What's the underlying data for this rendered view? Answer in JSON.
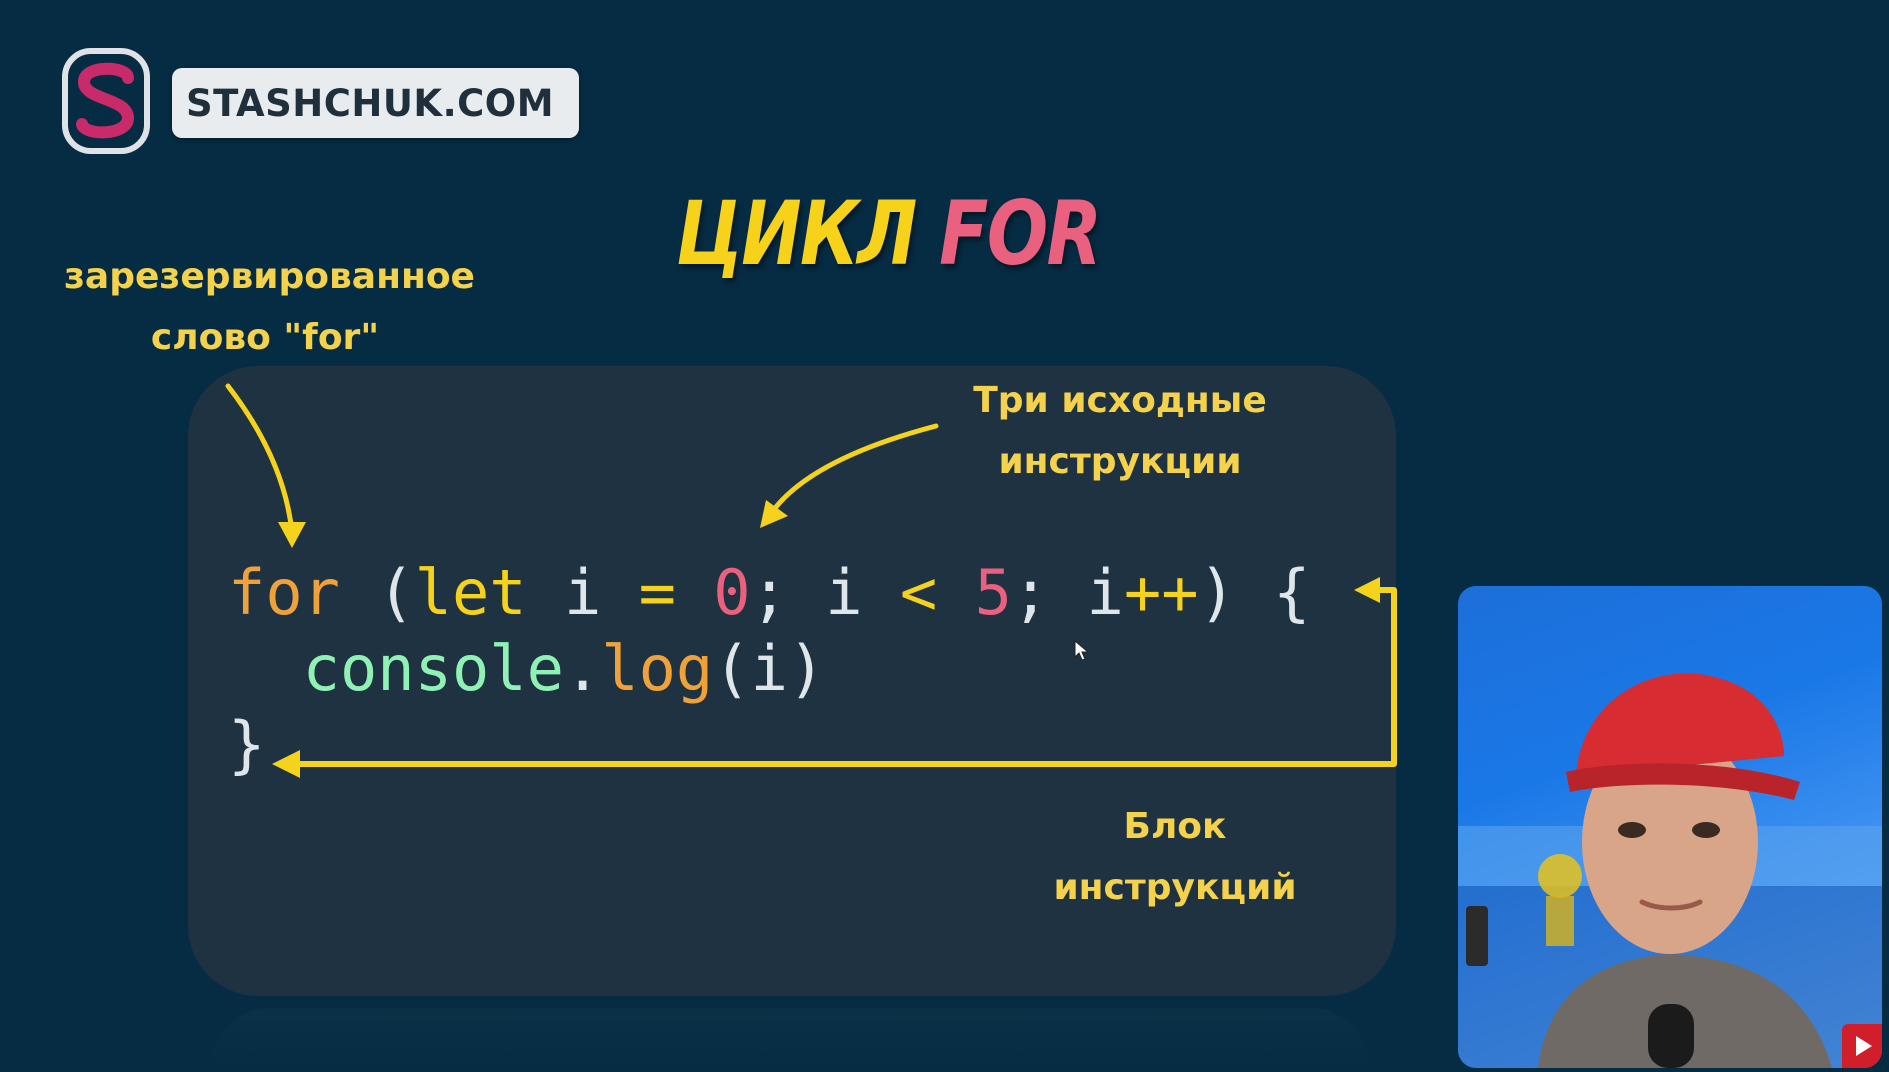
{
  "logo": {
    "text": "STASHCHUK.COM",
    "mark_icon": "s-monogram-icon",
    "mark_colors": [
      "#c92a6a",
      "#dfe3e7"
    ]
  },
  "title": {
    "word1": "ЦИКЛ",
    "word2": "FOR"
  },
  "annotations": {
    "reserved_line1": "зарезервированное",
    "reserved_line2": "слово \"for\"",
    "three_line1": "Три исходные",
    "three_line2": "инструкции",
    "block_line1": "Блок",
    "block_line2": "инструкций"
  },
  "code": {
    "kw_for": "for",
    "p_open": " (",
    "kw_let": "let",
    "var_i1": " i ",
    "op_eq": "=",
    "sp1": " ",
    "num_0": "0",
    "semi1": "; ",
    "var_i2": "i ",
    "op_lt": "<",
    "sp2": " ",
    "num_5": "5",
    "semi2": "; ",
    "var_i3": "i",
    "op_inc": "++",
    "p_close_brace": ") {",
    "indent": "  ",
    "obj_console": "console",
    "dot": ".",
    "method_log": "log",
    "call_args": "(i)",
    "close_brace": "}"
  },
  "colors": {
    "background": "#062c44",
    "panel": "#1e3241",
    "accent_yellow": "#f7d21b",
    "accent_pink": "#e9617f",
    "keyword_orange": "#f0a23a",
    "identifier_green": "#8ff2b4"
  },
  "overlays": {
    "cursor_icon": "mouse-pointer-icon",
    "subscribe_icon": "youtube-subscribe-icon"
  }
}
